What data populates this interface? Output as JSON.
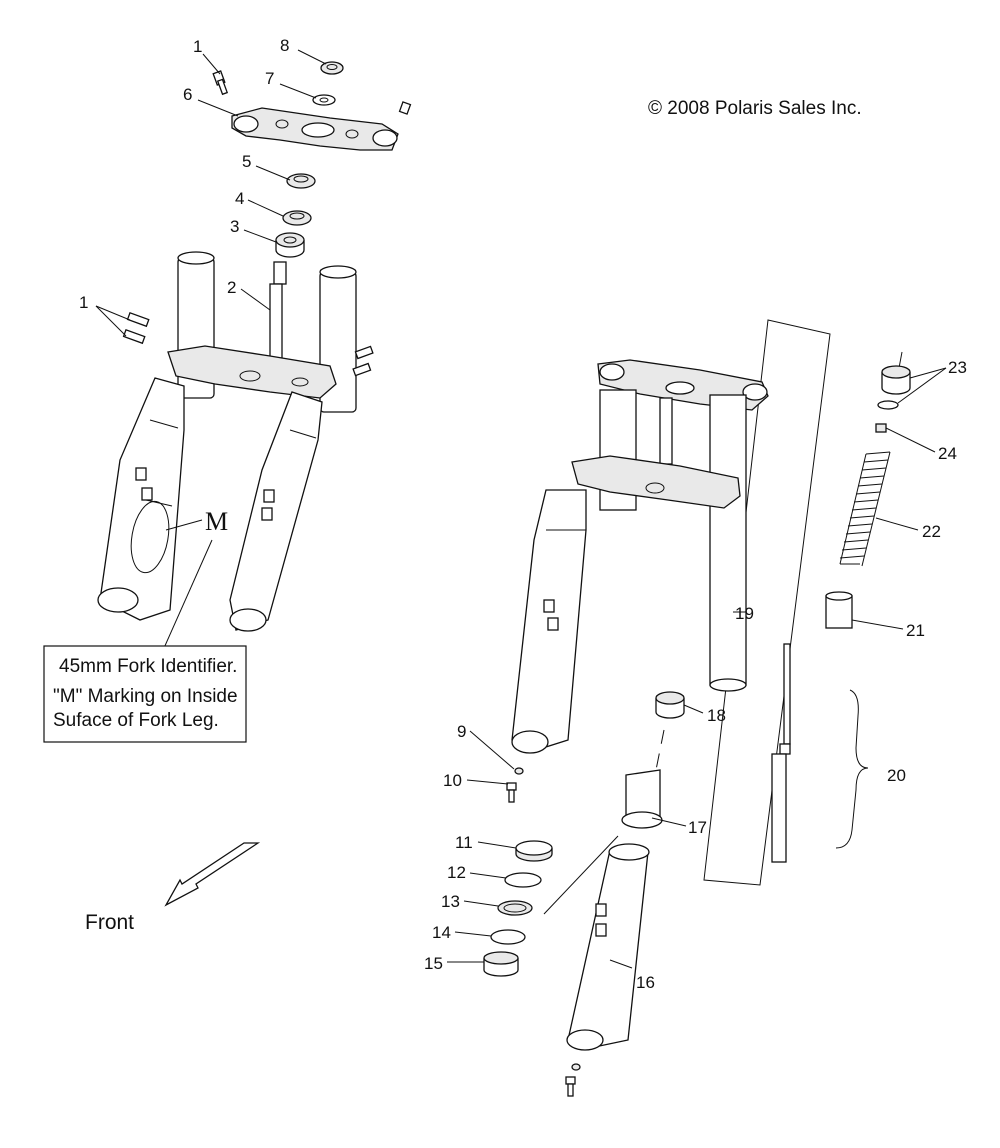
{
  "copyright": "© 2008 Polaris Sales Inc.",
  "identifier_note": {
    "line1": "45mm Fork Identifier.",
    "line2": "\"M\" Marking on Inside",
    "line3": "Suface of Fork Leg."
  },
  "marking_letter": "M",
  "direction_label": "Front",
  "callouts": {
    "c1a": "1",
    "c1b": "1",
    "c2": "2",
    "c3": "3",
    "c4": "4",
    "c5": "5",
    "c6": "6",
    "c7": "7",
    "c8": "8",
    "c9": "9",
    "c10": "10",
    "c11": "11",
    "c12": "12",
    "c13": "13",
    "c14": "14",
    "c15": "15",
    "c16": "16",
    "c17": "17",
    "c18": "18",
    "c19": "19",
    "c20": "20",
    "c21": "21",
    "c22": "22",
    "c23": "23",
    "c24": "24"
  },
  "colors": {
    "line": "#111111",
    "shade": "#e9e9e9",
    "background": "#ffffff"
  }
}
